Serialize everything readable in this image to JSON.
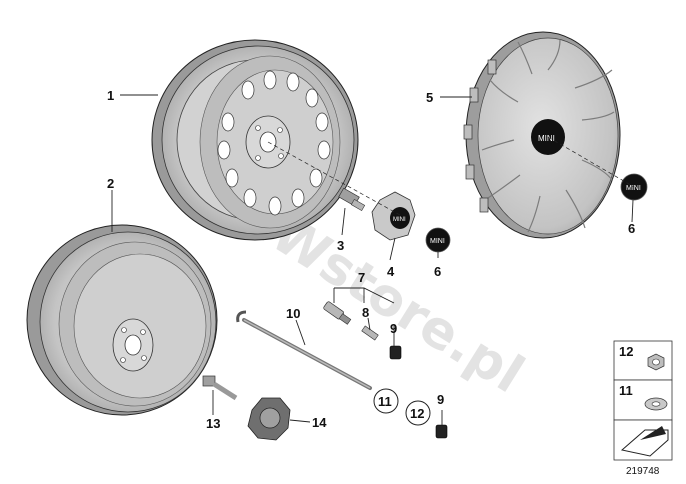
{
  "watermark": "BMWstore.pl",
  "diagram_number": "219748",
  "brand_text": "MINI",
  "callouts": {
    "c1": "1",
    "c2": "2",
    "c3": "3",
    "c4": "4",
    "c5": "5",
    "c6a": "6",
    "c6b": "6",
    "c7": "7",
    "c8": "8",
    "c9a": "9",
    "c9b": "9",
    "c10": "10",
    "c11": "11",
    "c12": "12",
    "c13": "13",
    "c14": "14"
  },
  "legend": {
    "l12": "12",
    "l11": "11"
  },
  "colors": {
    "metal": "#c9c9c9",
    "metal_dark": "#8f8f8f",
    "line": "#222222",
    "badge": "#111111"
  }
}
